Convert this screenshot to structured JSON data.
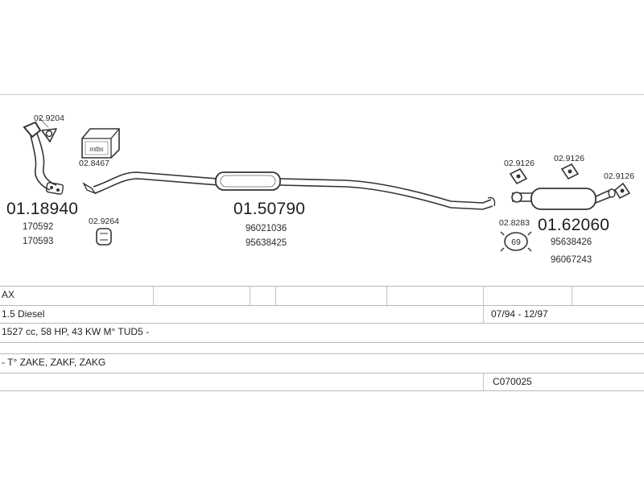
{
  "parts": {
    "front_pipe": {
      "number": "01.18940",
      "refs": [
        "170592",
        "170593"
      ]
    },
    "middle_silencer": {
      "number": "01.50790",
      "refs": [
        "96021036",
        "95638425"
      ]
    },
    "rear_silencer": {
      "number": "01.62060",
      "refs": [
        "95638426",
        "96067243"
      ]
    }
  },
  "accessories": {
    "gasket_flange": "02.9204",
    "mounting_kit": "02.8467",
    "clamp_front": "02.9264",
    "hanger_1": "02.9126",
    "hanger_2": "02.9126",
    "hanger_3": "02.9126",
    "clamp_rear": "02.8283",
    "clamp_rear_size": "69"
  },
  "mounting_kit_label": "mtbs",
  "specs": {
    "model": "AX",
    "engine": "1.5 Diesel",
    "years": "07/94 - 12/97",
    "details": "1527 cc, 58 HP, 43 KW M° TUD5 -",
    "codes": "- T° ZAKE, ZAKF, ZAKG",
    "catalog_code": "C070025"
  }
}
